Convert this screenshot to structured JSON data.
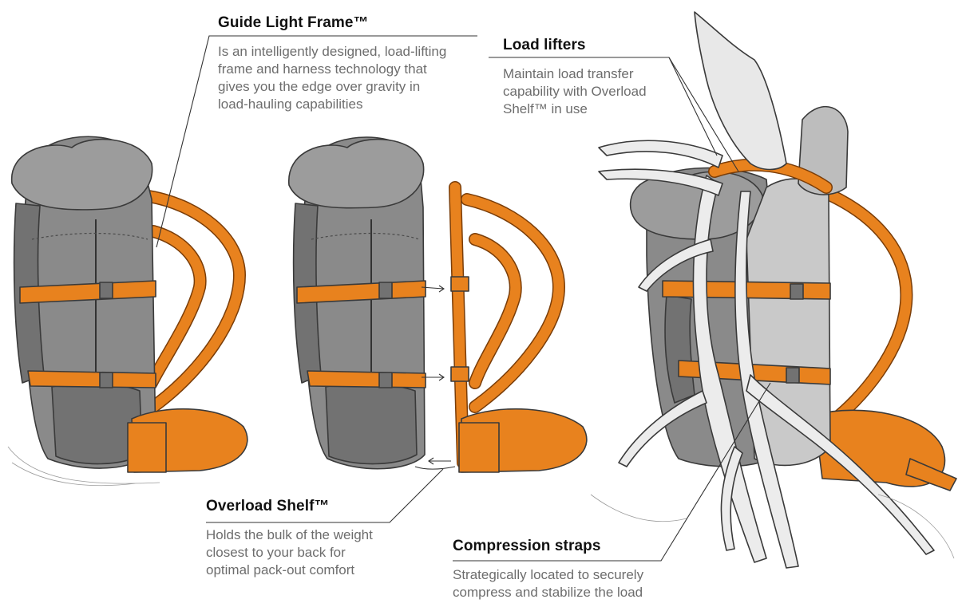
{
  "callouts": {
    "guide_light_frame": {
      "title": "Guide Light Frame™",
      "body": "Is an intelligently designed, load-lifting\nframe and harness technology that\ngives you the edge over gravity in\nload-hauling capabilities"
    },
    "load_lifters": {
      "title": "Load lifters",
      "body": "Maintain load transfer\ncapability with Overload\nShelf™ in use"
    },
    "overload_shelf": {
      "title": "Overload Shelf™",
      "body": "Holds the bulk of the weight\nclosest to your back for\noptimal pack-out comfort"
    },
    "compression_straps": {
      "title": "Compression straps",
      "body": "Strategically located to securely\ncompress and stabilize the load"
    }
  },
  "colors": {
    "pack_gray": "#8a8a8a",
    "pack_dark": "#6f6f6f",
    "strap_orange": "#e8821e",
    "antler": "#ececec",
    "meat": "#c9c9c9",
    "outline": "#3a3a3a",
    "leader_line": "#333333"
  }
}
